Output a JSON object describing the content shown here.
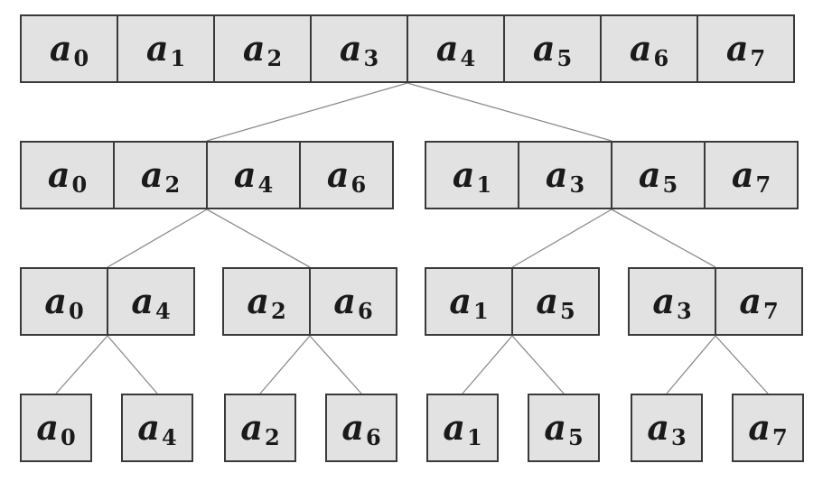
{
  "diagram": {
    "symbol": "a",
    "levels": [
      {
        "groups": [
          [
            "0",
            "1",
            "2",
            "3",
            "4",
            "5",
            "6",
            "7"
          ]
        ]
      },
      {
        "groups": [
          [
            "0",
            "2",
            "4",
            "6"
          ],
          [
            "1",
            "3",
            "5",
            "7"
          ]
        ]
      },
      {
        "groups": [
          [
            "0",
            "4"
          ],
          [
            "2",
            "6"
          ],
          [
            "1",
            "5"
          ],
          [
            "3",
            "7"
          ]
        ]
      },
      {
        "groups": [
          [
            "0"
          ],
          [
            "4"
          ],
          [
            "2"
          ],
          [
            "6"
          ],
          [
            "1"
          ],
          [
            "5"
          ],
          [
            "3"
          ],
          [
            "7"
          ]
        ]
      }
    ],
    "colors": {
      "cell_fill": "#e2e2e2",
      "cell_border": "#3a3a3a",
      "connector": "#8c8c8c",
      "text": "#1a1a1a"
    }
  }
}
